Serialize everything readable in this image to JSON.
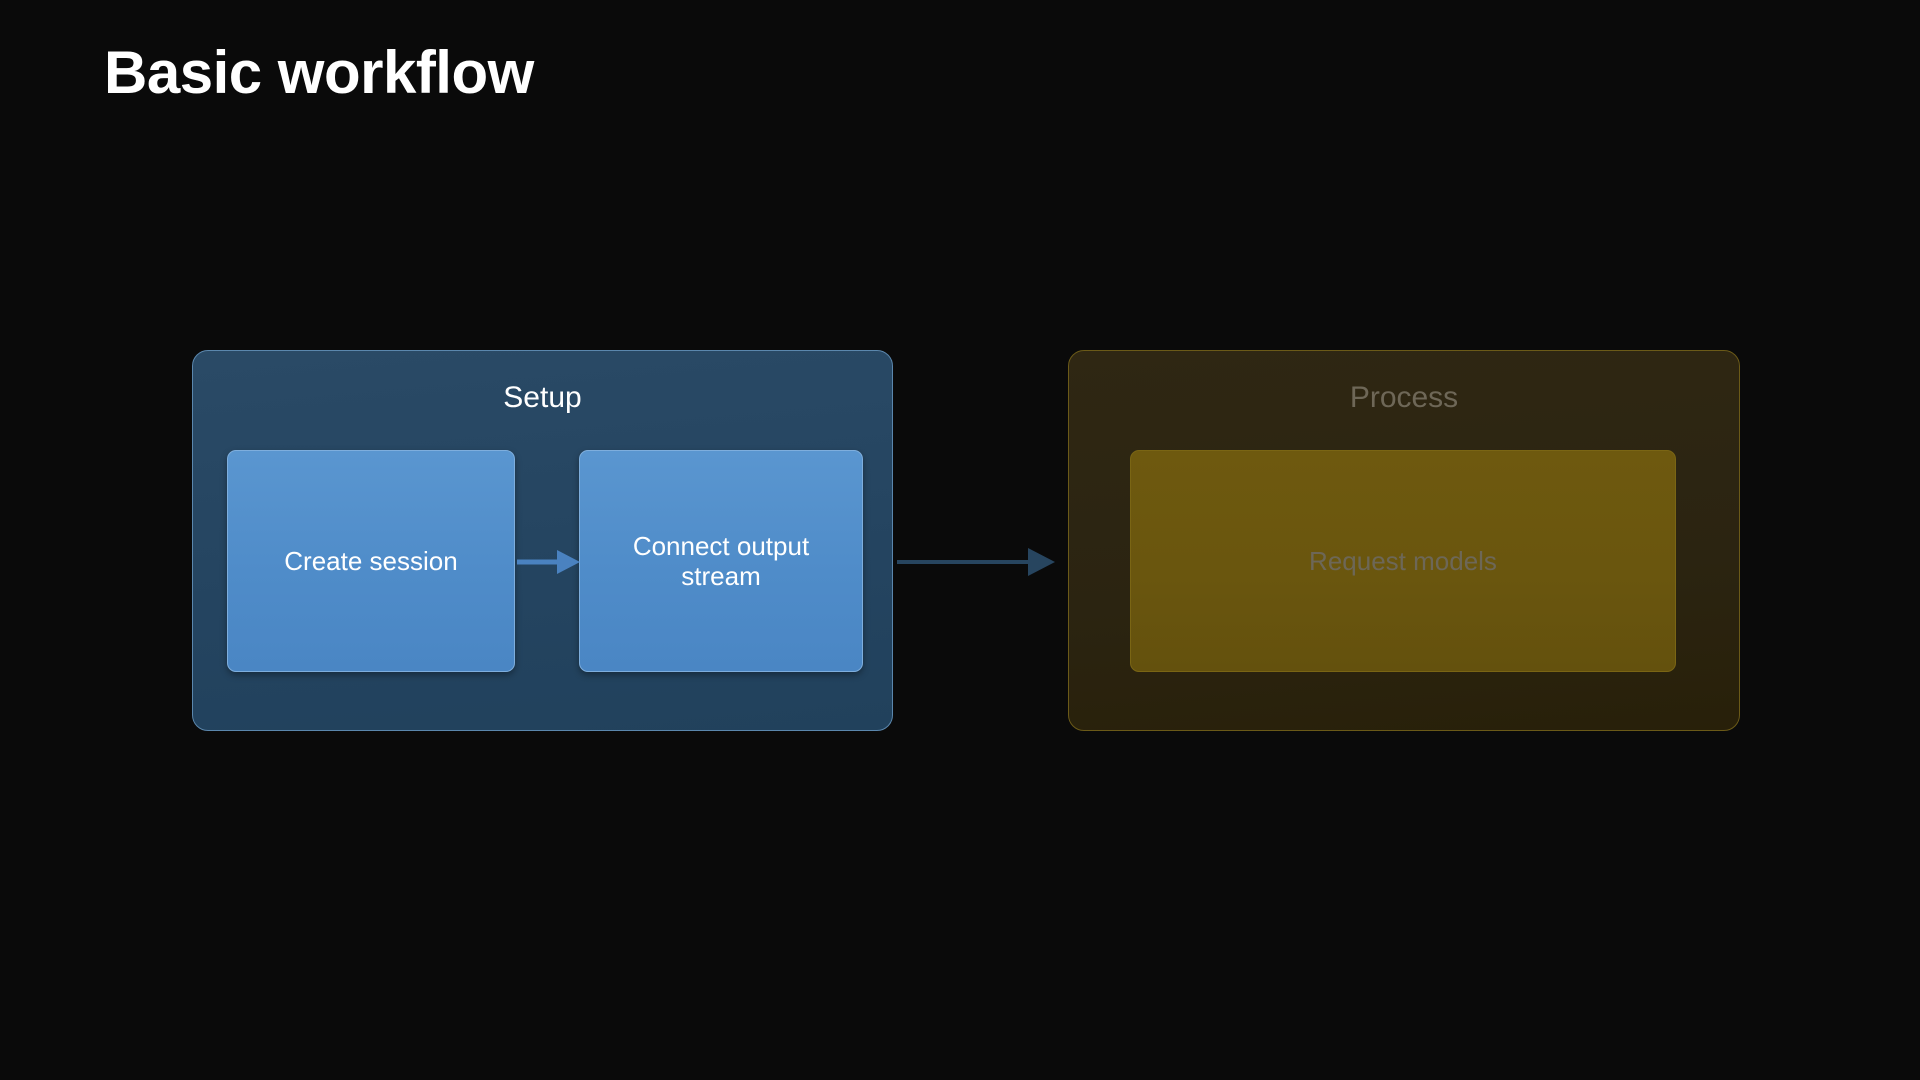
{
  "slide": {
    "title": "Basic workflow",
    "background_color": "#0a0a0a",
    "title_color": "#ffffff"
  },
  "diagram": {
    "type": "flowchart",
    "direction": "left-to-right",
    "groups": [
      {
        "id": "setup",
        "label": "Setup",
        "state": "active",
        "fill_color": "#244460",
        "border_color": "#5b87ad",
        "label_color": "#ffffff",
        "nodes": [
          {
            "id": "create-session",
            "label": "Create session",
            "state": "active",
            "fill_color": "#4f8cc9",
            "border_color": "#7eaedd",
            "text_color": "#ffffff"
          },
          {
            "id": "connect-output-stream",
            "label": "Connect output stream",
            "state": "active",
            "fill_color": "#4f8cc9",
            "border_color": "#7eaedd",
            "text_color": "#ffffff"
          }
        ]
      },
      {
        "id": "process",
        "label": "Process",
        "state": "faded",
        "fill_color": "#2b2411",
        "border_color": "#6b5a18",
        "label_color": "#6e6757",
        "nodes": [
          {
            "id": "request-models",
            "label": "Request models",
            "state": "faded",
            "fill_color": "#6a560e",
            "border_color": "#7a6514",
            "text_color": "#6d6757"
          }
        ]
      }
    ],
    "edges": [
      {
        "id": "edge-create-session-to-connect-output-stream",
        "from": "create-session",
        "to": "connect-output-stream",
        "state": "active",
        "color": "#4a82c0"
      },
      {
        "id": "edge-setup-to-process",
        "from": "connect-output-stream",
        "to": "request-models",
        "state": "faded",
        "color": "#27455f"
      }
    ]
  }
}
